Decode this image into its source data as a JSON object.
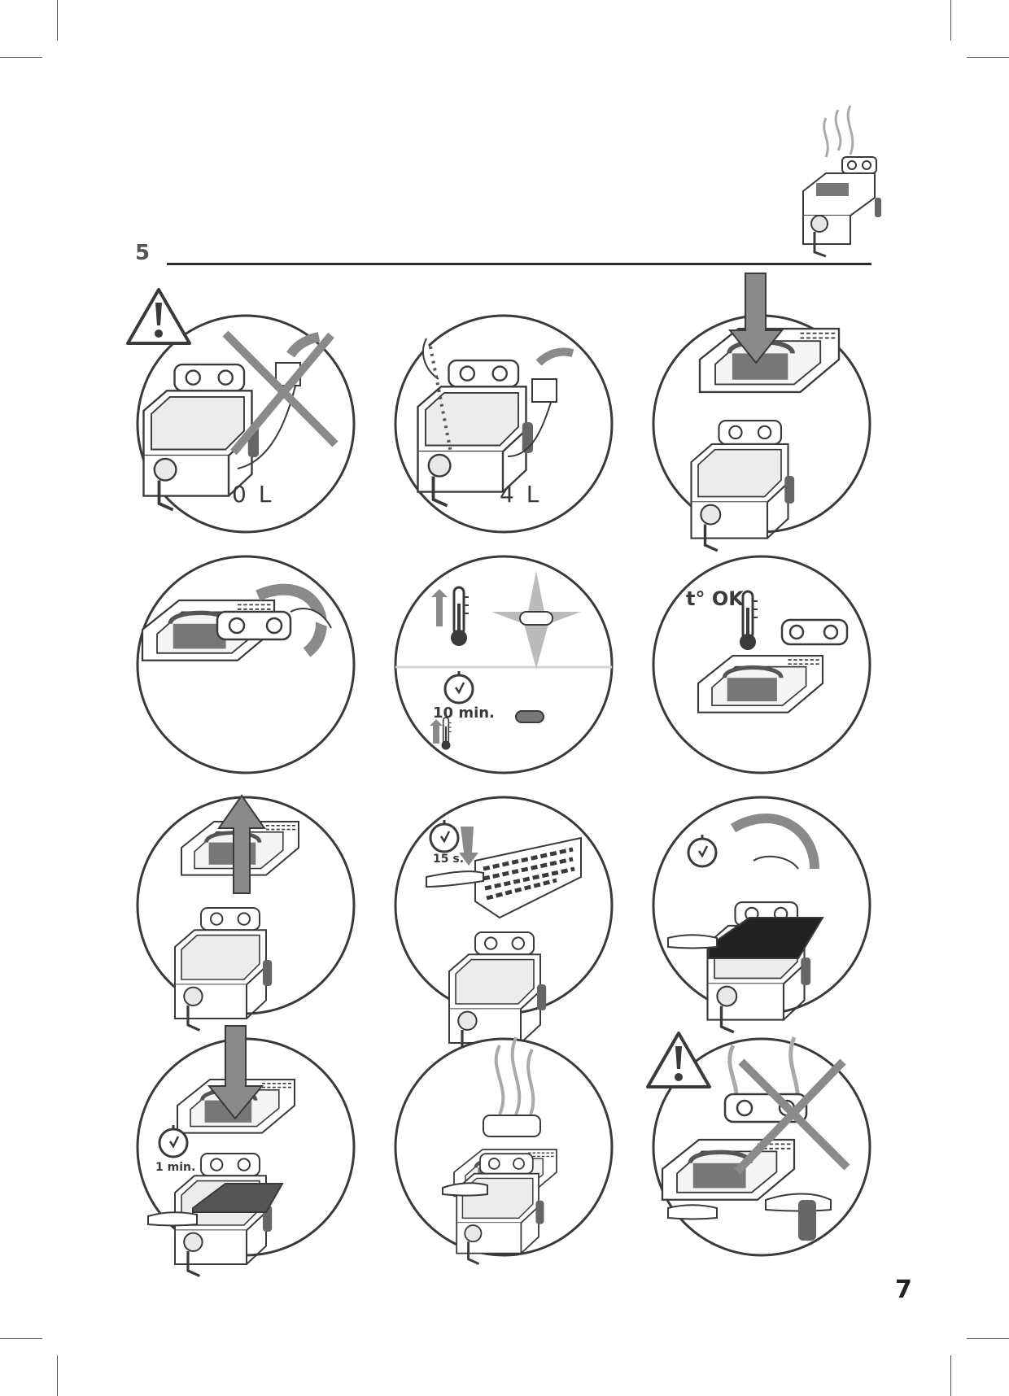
{
  "section": {
    "number": "5"
  },
  "page": {
    "number": "7"
  },
  "steps": {
    "s1": {
      "level": "0 L"
    },
    "s2": {
      "level": "4 L"
    },
    "s5": {
      "time": "10 min."
    },
    "s6": {
      "status": "t° OK"
    },
    "s8": {
      "time": "15 s."
    },
    "s10": {
      "time": "1 min."
    }
  },
  "colors": {
    "line": "#3a3a3a",
    "grey": "#8a8a8a",
    "dark": "#555555",
    "light": "#d5d5d5"
  },
  "icons": [
    "warning-icon",
    "cross-out-icon",
    "arrow-down-icon",
    "arrow-up-icon",
    "rotate-arrow-icon",
    "timer-icon",
    "thermometer-icon",
    "indicator-light-icon",
    "steam-icon",
    "deep-fryer-icon",
    "frying-basket-icon"
  ]
}
